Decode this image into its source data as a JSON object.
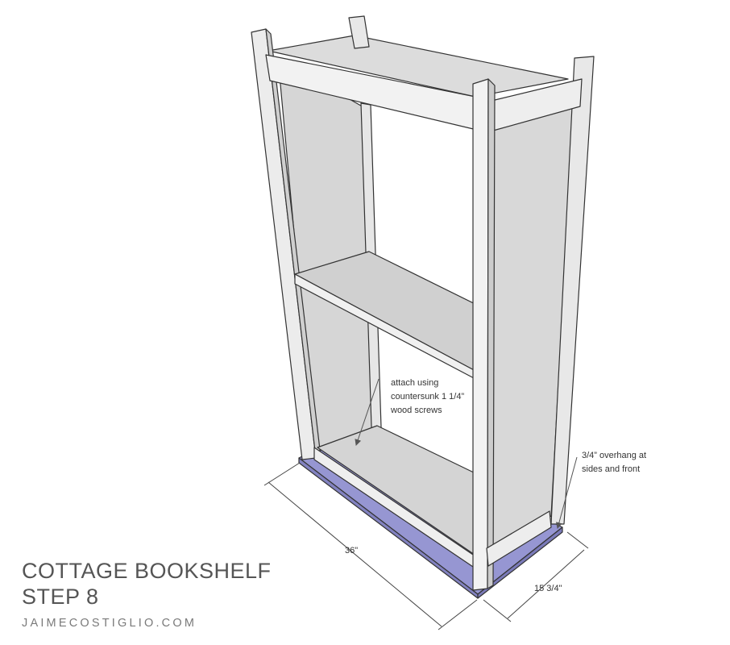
{
  "title": {
    "line1": "COTTAGE BOOKSHELF",
    "line2": "STEP 8"
  },
  "website": "JAIMECOSTIGLIO.COM",
  "annotations": {
    "screws": [
      "attach using",
      "countersunk 1 1/4”",
      "wood screws"
    ],
    "overhang": [
      "3/4” overhang at",
      "sides and front"
    ]
  },
  "dimensions": {
    "width": "36\"",
    "depth": "15 3/4\""
  },
  "colors": {
    "wood_light": "#f2f2f2",
    "wood_mid": "#dedede",
    "wood_shadow": "#c8c8c8",
    "base_accent": "#9696d2",
    "line": "#333333"
  }
}
